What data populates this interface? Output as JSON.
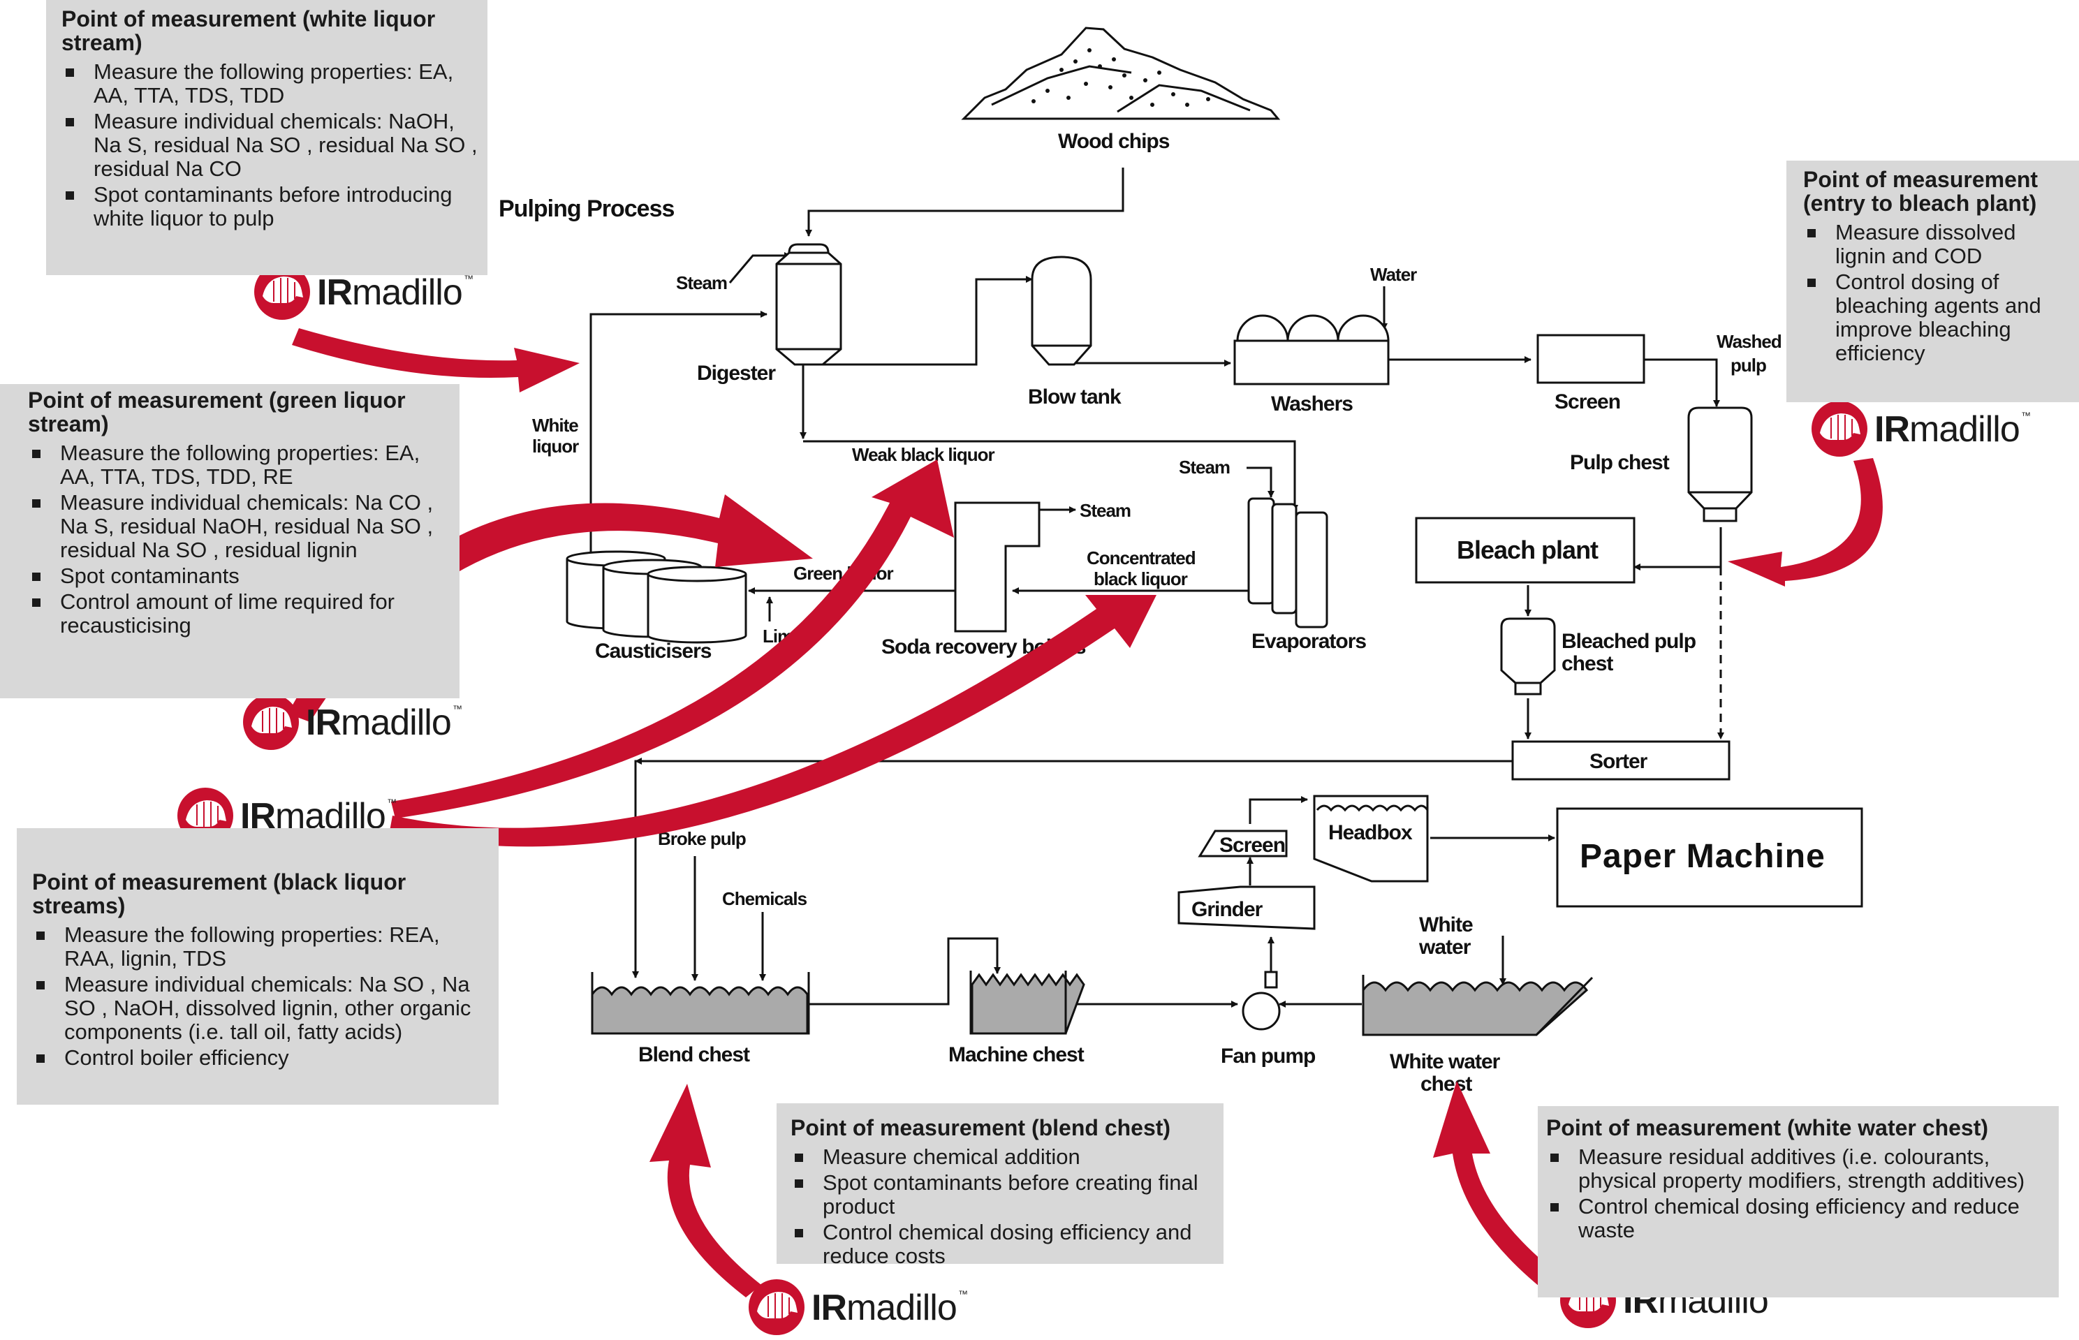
{
  "title": "Pulping Process",
  "units": {
    "wood_chips": "Wood chips",
    "steam_digester": "Steam",
    "digester": "Digester",
    "blow_tank": "Blow tank",
    "water": "Water",
    "washers": "Washers",
    "screen": "Screen",
    "washed_pulp_1": "Washed",
    "washed_pulp_2": "pulp",
    "pulp_chest": "Pulp chest",
    "white_liquor_1": "White",
    "white_liquor_2": "liquor",
    "weak_black_liquor": "Weak black liquor",
    "steam_evap": "Steam",
    "steam_boiler": "Steam",
    "green_liquor": "Green liquor",
    "conc_black_1": "Concentrated",
    "conc_black_2": "black liquor",
    "causticisers": "Causticisers",
    "lime": "Lime",
    "soda_recovery": "Soda recovery boilers",
    "evaporators": "Evaporators",
    "bleach_plant": "Bleach plant",
    "bleached_1": "Bleached pulp",
    "bleached_2": "chest",
    "sorter": "Sorter",
    "broke_pulp": "Broke pulp",
    "chemicals": "Chemicals",
    "screen2": "Screen",
    "headbox": "Headbox",
    "paper_machine": "Paper Machine",
    "grinder": "Grinder",
    "white_water_1": "White",
    "white_water_2": "water",
    "blend_chest": "Blend chest",
    "machine_chest": "Machine chest",
    "fan_pump": "Fan pump",
    "ww_chest_1": "White water",
    "ww_chest_2": "chest"
  },
  "logo": {
    "bold": "IR",
    "rest": "madillo",
    "tm": "™"
  },
  "callouts": {
    "white_liquor": {
      "title": "Point of measurement (white liquor stream)",
      "items": [
        "Measure the following properties: EA, AA, TTA, TDS, TDD",
        "Measure individual chemicals: NaOH, Na S, residual Na SO , residual Na SO , residual Na CO",
        "Spot contaminants before introducing white liquor to pulp"
      ]
    },
    "green_liquor": {
      "title": "Point of measurement (green liquor stream)",
      "items": [
        "Measure the following properties: EA, AA, TTA, TDS, TDD, RE",
        "Measure individual chemicals: Na CO , Na S, residual NaOH, residual Na SO , residual Na SO , residual lignin",
        "Spot contaminants",
        "Control amount of lime required for recausticising"
      ]
    },
    "black_liquor": {
      "title": "Point of measurement (black liquor streams)",
      "items": [
        "Measure the following properties: REA, RAA, lignin, TDS",
        "Measure individual chemicals: Na SO , Na SO , NaOH, dissolved lignin, other organic components (i.e. tall oil, fatty acids)",
        "Control boiler efficiency"
      ]
    },
    "bleach_plant": {
      "title": "Point of measurement (entry to bleach plant)",
      "items": [
        "Measure dissolved lignin and COD",
        "Control dosing of bleaching agents and improve bleaching efficiency"
      ]
    },
    "blend_chest": {
      "title": "Point of measurement (blend chest)",
      "items": [
        "Measure chemical addition",
        "Spot contaminants before creating final product",
        "Control chemical dosing efficiency and reduce costs"
      ]
    },
    "white_water": {
      "title": "Point of measurement (white water chest)",
      "items": [
        "Measure residual additives (i.e. colourants, physical property modifiers, strength additives)",
        "Control chemical dosing efficiency and reduce waste"
      ]
    }
  },
  "colors": {
    "accent": "#c8102e",
    "callout_bg": "#d8d8d8",
    "chest_fill": "#aaaaaa"
  }
}
